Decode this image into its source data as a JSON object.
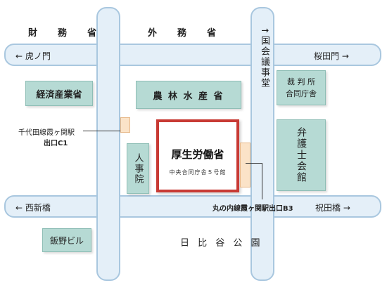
{
  "streets": {
    "zaimusho": "財　務　省",
    "gaimusho": "外　務　省",
    "toranomon": "← 虎ノ門",
    "sakuradamon": "桜田門 →",
    "kokkai": "↑国会議事堂",
    "nishishinbashi": "← 西新橋",
    "iwaidabashi": "祝田橋 →",
    "hibiya_park": "日 比 谷 公 園"
  },
  "buildings": {
    "keizai": "経済産業省",
    "norin": "農 林 水 産 省",
    "saibansho": "裁 判 所\n合同庁舎",
    "bengoshi": "弁護士会館",
    "jinjiin": "人事院",
    "iino": "飯野ビル",
    "mhlw_title": "厚生労働省",
    "mhlw_sub": "中央合同庁舎５号館"
  },
  "stations": {
    "chiyoda_exit_line1": "千代田線霞ヶ関駅",
    "chiyoda_exit_line2": "出口C1",
    "marunouchi_exit": "丸の内線霞ヶ関駅出口B3"
  },
  "colors": {
    "road_fill": "#e4eff8",
    "road_border": "#a9c7df",
    "building_fill": "#b6dad4",
    "highlight_border": "#c83a34",
    "exit_fill": "#fbe3c8"
  }
}
